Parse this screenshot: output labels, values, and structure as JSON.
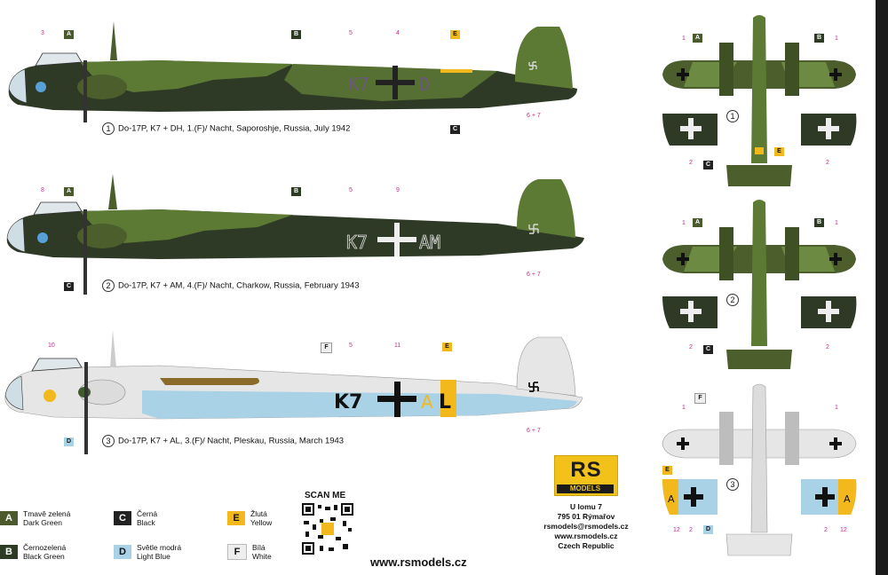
{
  "profiles": [
    {
      "number": "1",
      "caption": "Do-17P, K7 + DH, 1.(F)/ Nacht, Saporoshje, Russia, July 1942"
    },
    {
      "number": "2",
      "caption": "Do-17P, K7 + AM, 4.(F)/ Nacht, Charkow, Russia, February 1943"
    },
    {
      "number": "3",
      "caption": "Do-17P, K7 + AL, 3.(F)/ Nacht, Pleskau, Russia, March 1943"
    }
  ],
  "codes": {
    "p1_left": "K7",
    "p1_right": "D",
    "p2_left": "K7",
    "p2_right": "AM",
    "p3_left": "K7",
    "p3_mid": "A",
    "p3_right": "L"
  },
  "callouts": {
    "c1": "1",
    "c2": "2",
    "c3": "3",
    "c4": "4",
    "c5": "5",
    "c67": "6 + 7",
    "c8": "8",
    "c9": "9",
    "c10": "10",
    "c11": "11",
    "c12": "12"
  },
  "tags": {
    "A": "A",
    "B": "B",
    "C": "C",
    "D": "D",
    "E": "E",
    "F": "F"
  },
  "legend": [
    {
      "letter": "A",
      "czech": "Tmavě zelená",
      "english": "Dark Green",
      "color": "#4a5a2c"
    },
    {
      "letter": "B",
      "czech": "Černozelená",
      "english": "Black Green",
      "color": "#2d3b25"
    },
    {
      "letter": "C",
      "czech": "Černá",
      "english": "Black",
      "color": "#222222"
    },
    {
      "letter": "D",
      "czech": "Světle modrá",
      "english": "Light Blue",
      "color": "#a9d2e6"
    },
    {
      "letter": "E",
      "czech": "Žlutá",
      "english": "Yellow",
      "color": "#f2b81c"
    },
    {
      "letter": "F",
      "czech": "Bílá",
      "english": "White",
      "color": "#eeeeee"
    }
  ],
  "scan_me": "SCAN ME",
  "website": "www.rsmodels.cz",
  "logo": {
    "rs": "RS",
    "models": "MODELS"
  },
  "address": [
    "U lomu 7",
    "795 01 Rýmařov",
    "rsmodels@rsmodels.cz",
    "www.rsmodels.cz",
    "Czech Republic"
  ],
  "colors": {
    "dark_green": "#4b5e2b",
    "black_green": "#2e3a25",
    "green_mid": "#5d7a35",
    "light_blue": "#a9d2e6",
    "white_grey": "#e6e6e6",
    "yellow": "#f2b81c",
    "black": "#1b1b1b"
  }
}
